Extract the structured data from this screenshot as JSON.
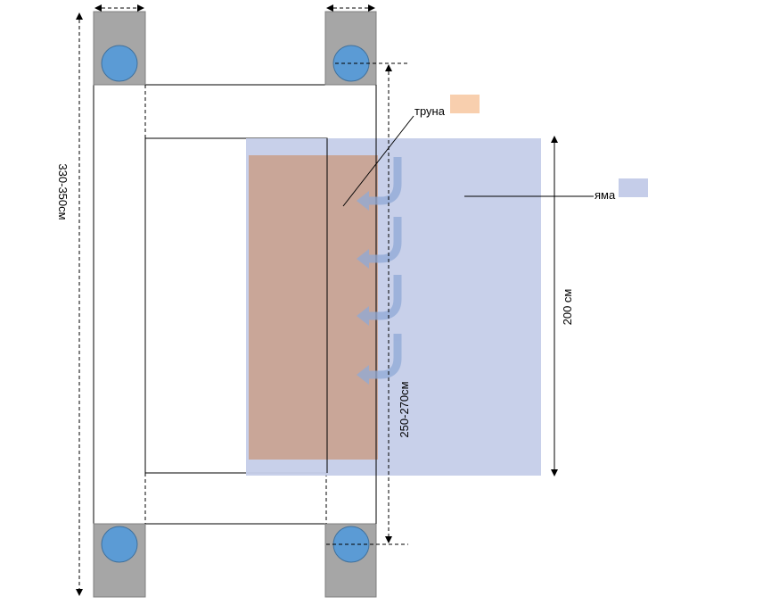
{
  "labels": {
    "coffin": "труна",
    "pit": "яма",
    "dim_total": "330-350см",
    "dim_inner": "250-270см",
    "dim_pit": "200 см"
  },
  "colors": {
    "post": "#a6a6a6",
    "post_circle": "#5b9bd5",
    "pit": "#c5cde9",
    "coffin": "#c9a698",
    "coffin_legend": "#f8cfae",
    "pit_legend": "#c5cde9",
    "arrow": "#8fa9d6"
  }
}
